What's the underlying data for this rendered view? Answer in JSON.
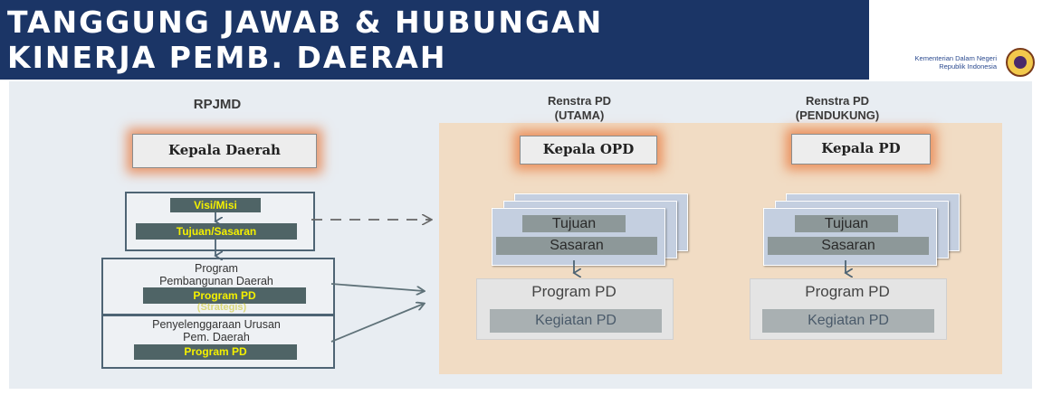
{
  "title": {
    "line1": "TANGGUNG JAWAB & HUBUNGAN",
    "line2": "KINERJA PEMB. DAERAH"
  },
  "org": {
    "line1": "Kementerian Dalam Negeri",
    "line2": "Republik Indonesia"
  },
  "left": {
    "heading": "RPJMD",
    "head_box": "Kepala Daerah",
    "visi_misi": "Visi/Misi",
    "tujuan_sasaran": "Tujuan/Sasaran",
    "program_line1": "Program",
    "program_line2": "Pembangunan Daerah",
    "program_pd": "Program PD",
    "strategis": "(Strategis)",
    "urusan_line1": "Penyelenggaraan Urusan",
    "urusan_line2": "Pem. Daerah",
    "urusan_program_pd": "Program PD"
  },
  "middle": {
    "heading_line1": "Renstra PD",
    "heading_line2": "(UTAMA)",
    "head_box": "Kepala OPD",
    "tujuan": "Tujuan",
    "sasaran": "Sasaran",
    "program_pd": "Program PD",
    "kegiatan_pd": "Kegiatan PD"
  },
  "right": {
    "heading_line1": "Renstra PD",
    "heading_line2": "(PENDUKUNG)",
    "head_box": "Kepala PD",
    "tujuan": "Tujuan",
    "sasaran": "Sasaran",
    "program_pd": "Program PD",
    "kegiatan_pd": "Kegiatan PD"
  },
  "colors": {
    "header_bg": "#1b3566",
    "panel_bg": "#f1dcc4",
    "glow": "#e8783c",
    "highlight_text": "#f4f000"
  }
}
